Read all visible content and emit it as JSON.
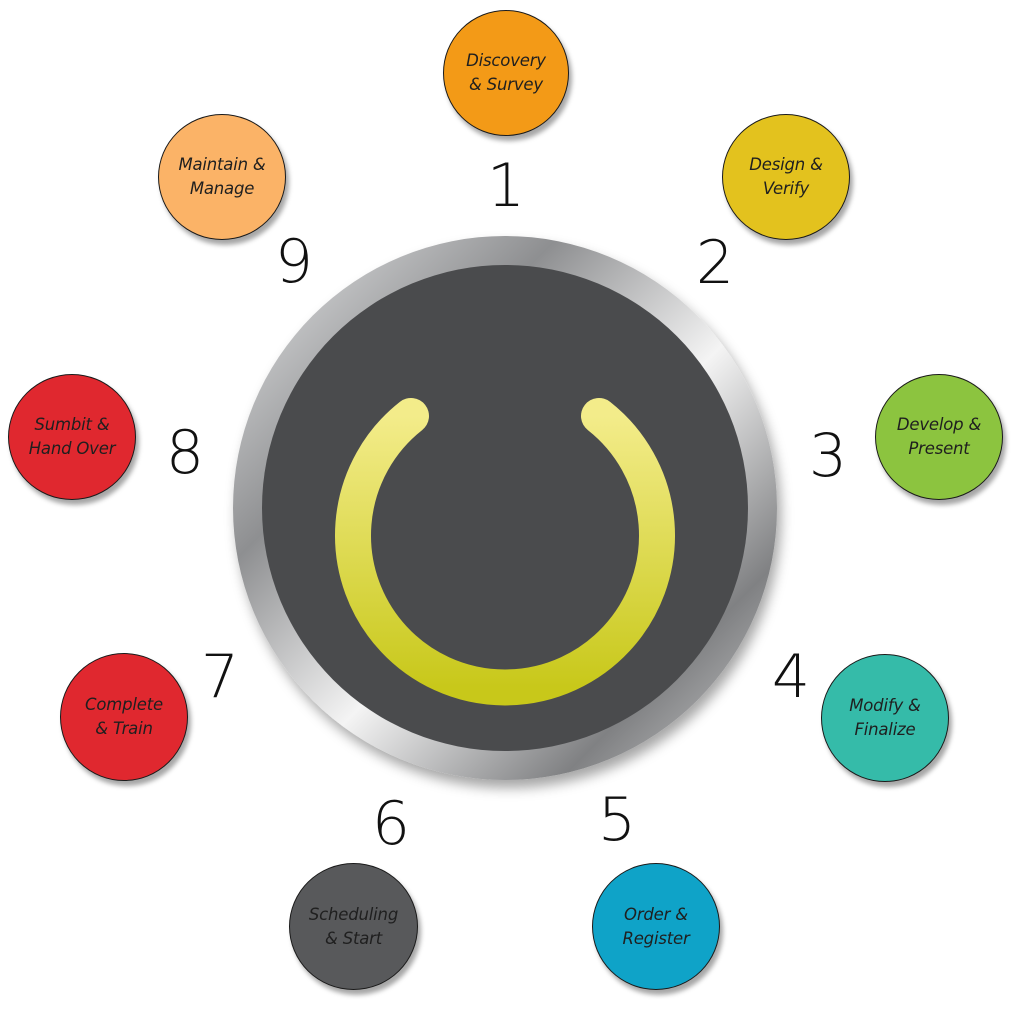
{
  "steps": [
    {
      "number": "1",
      "label": "Discovery\n& Survey",
      "color": "#f39a17"
    },
    {
      "number": "2",
      "label": "Design &\nVerify",
      "color": "#e3c21e"
    },
    {
      "number": "3",
      "label": "Develop &\nPresent",
      "color": "#8cc43f"
    },
    {
      "number": "4",
      "label": "Modify &\nFinalize",
      "color": "#35bba9"
    },
    {
      "number": "5",
      "label": "Order &\nRegister",
      "color": "#0fa3c8"
    },
    {
      "number": "6",
      "label": "Scheduling\n& Start",
      "color": "#58595b"
    },
    {
      "number": "7",
      "label": "Complete\n& Train",
      "color": "#e0282f"
    },
    {
      "number": "8",
      "label": "Sumbit &\nHand Over",
      "color": "#e0282f"
    },
    {
      "number": "9",
      "label": "Maintain &\nManage",
      "color": "#fbb367"
    }
  ],
  "center": {
    "icon": "power-icon",
    "ring_color": "#9a9b9d",
    "face_color": "#4a4b4d",
    "symbol_color_light": "#f3ec8a",
    "symbol_color_dark": "#c8c81a"
  }
}
